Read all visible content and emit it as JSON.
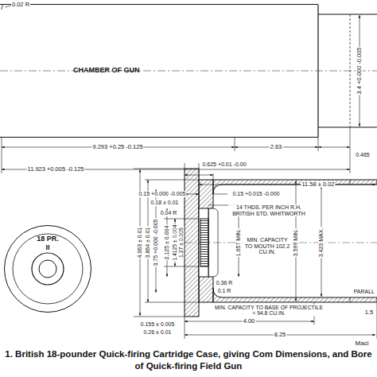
{
  "diagram": {
    "caption": "1. British 18-pounder Quick-firing Cartridge Case, giving Com Dimensions, and Bore of Quick-firing Field Gun",
    "nodes": [
      {
        "text": [
          "CHAMBER OF GUN"
        ]
      },
      {
        "text": [
          "18 PR.",
          "II"
        ]
      }
    ],
    "labels": [
      "0.02 R",
      "3.4 +0.000 -0.005",
      "9.293 +0.25 -0.125",
      "2.63",
      "0.465",
      "11.923 +0.005 -0.125",
      "11.58 ± 0.02",
      "0.625 +0.01 -0.00",
      "0.15 +0.000 -0.005",
      "0.15 +0.015 -0.000",
      "14 THDS. PER INCH R.H. BRITISH STD. WHITWORTH",
      "0.18 ± 0.01",
      "0.04 R",
      "4.063 ± 0.01",
      "3.864 ± 0.01",
      "3.75 +0.000 -0.005",
      "2.125 ± 0.004",
      "1.4125 ± 0.004",
      "1.27 ± 0.005",
      "0.36 R",
      "0.1 R",
      "1.657 MIN.",
      "MIN. CAPACITY TO MOUTH 102.2 CU.IN.",
      "3.599 MIN.",
      "3.423 MAX.",
      "0.155 ± 0.005",
      "0.26 ± 0.01",
      "MIN. CAPACITY TO BASE OF PROJECTILE = 94.8 CU.IN.",
      "4.00",
      "8.25",
      "PARALL",
      "1.5",
      "Maci"
    ]
  }
}
